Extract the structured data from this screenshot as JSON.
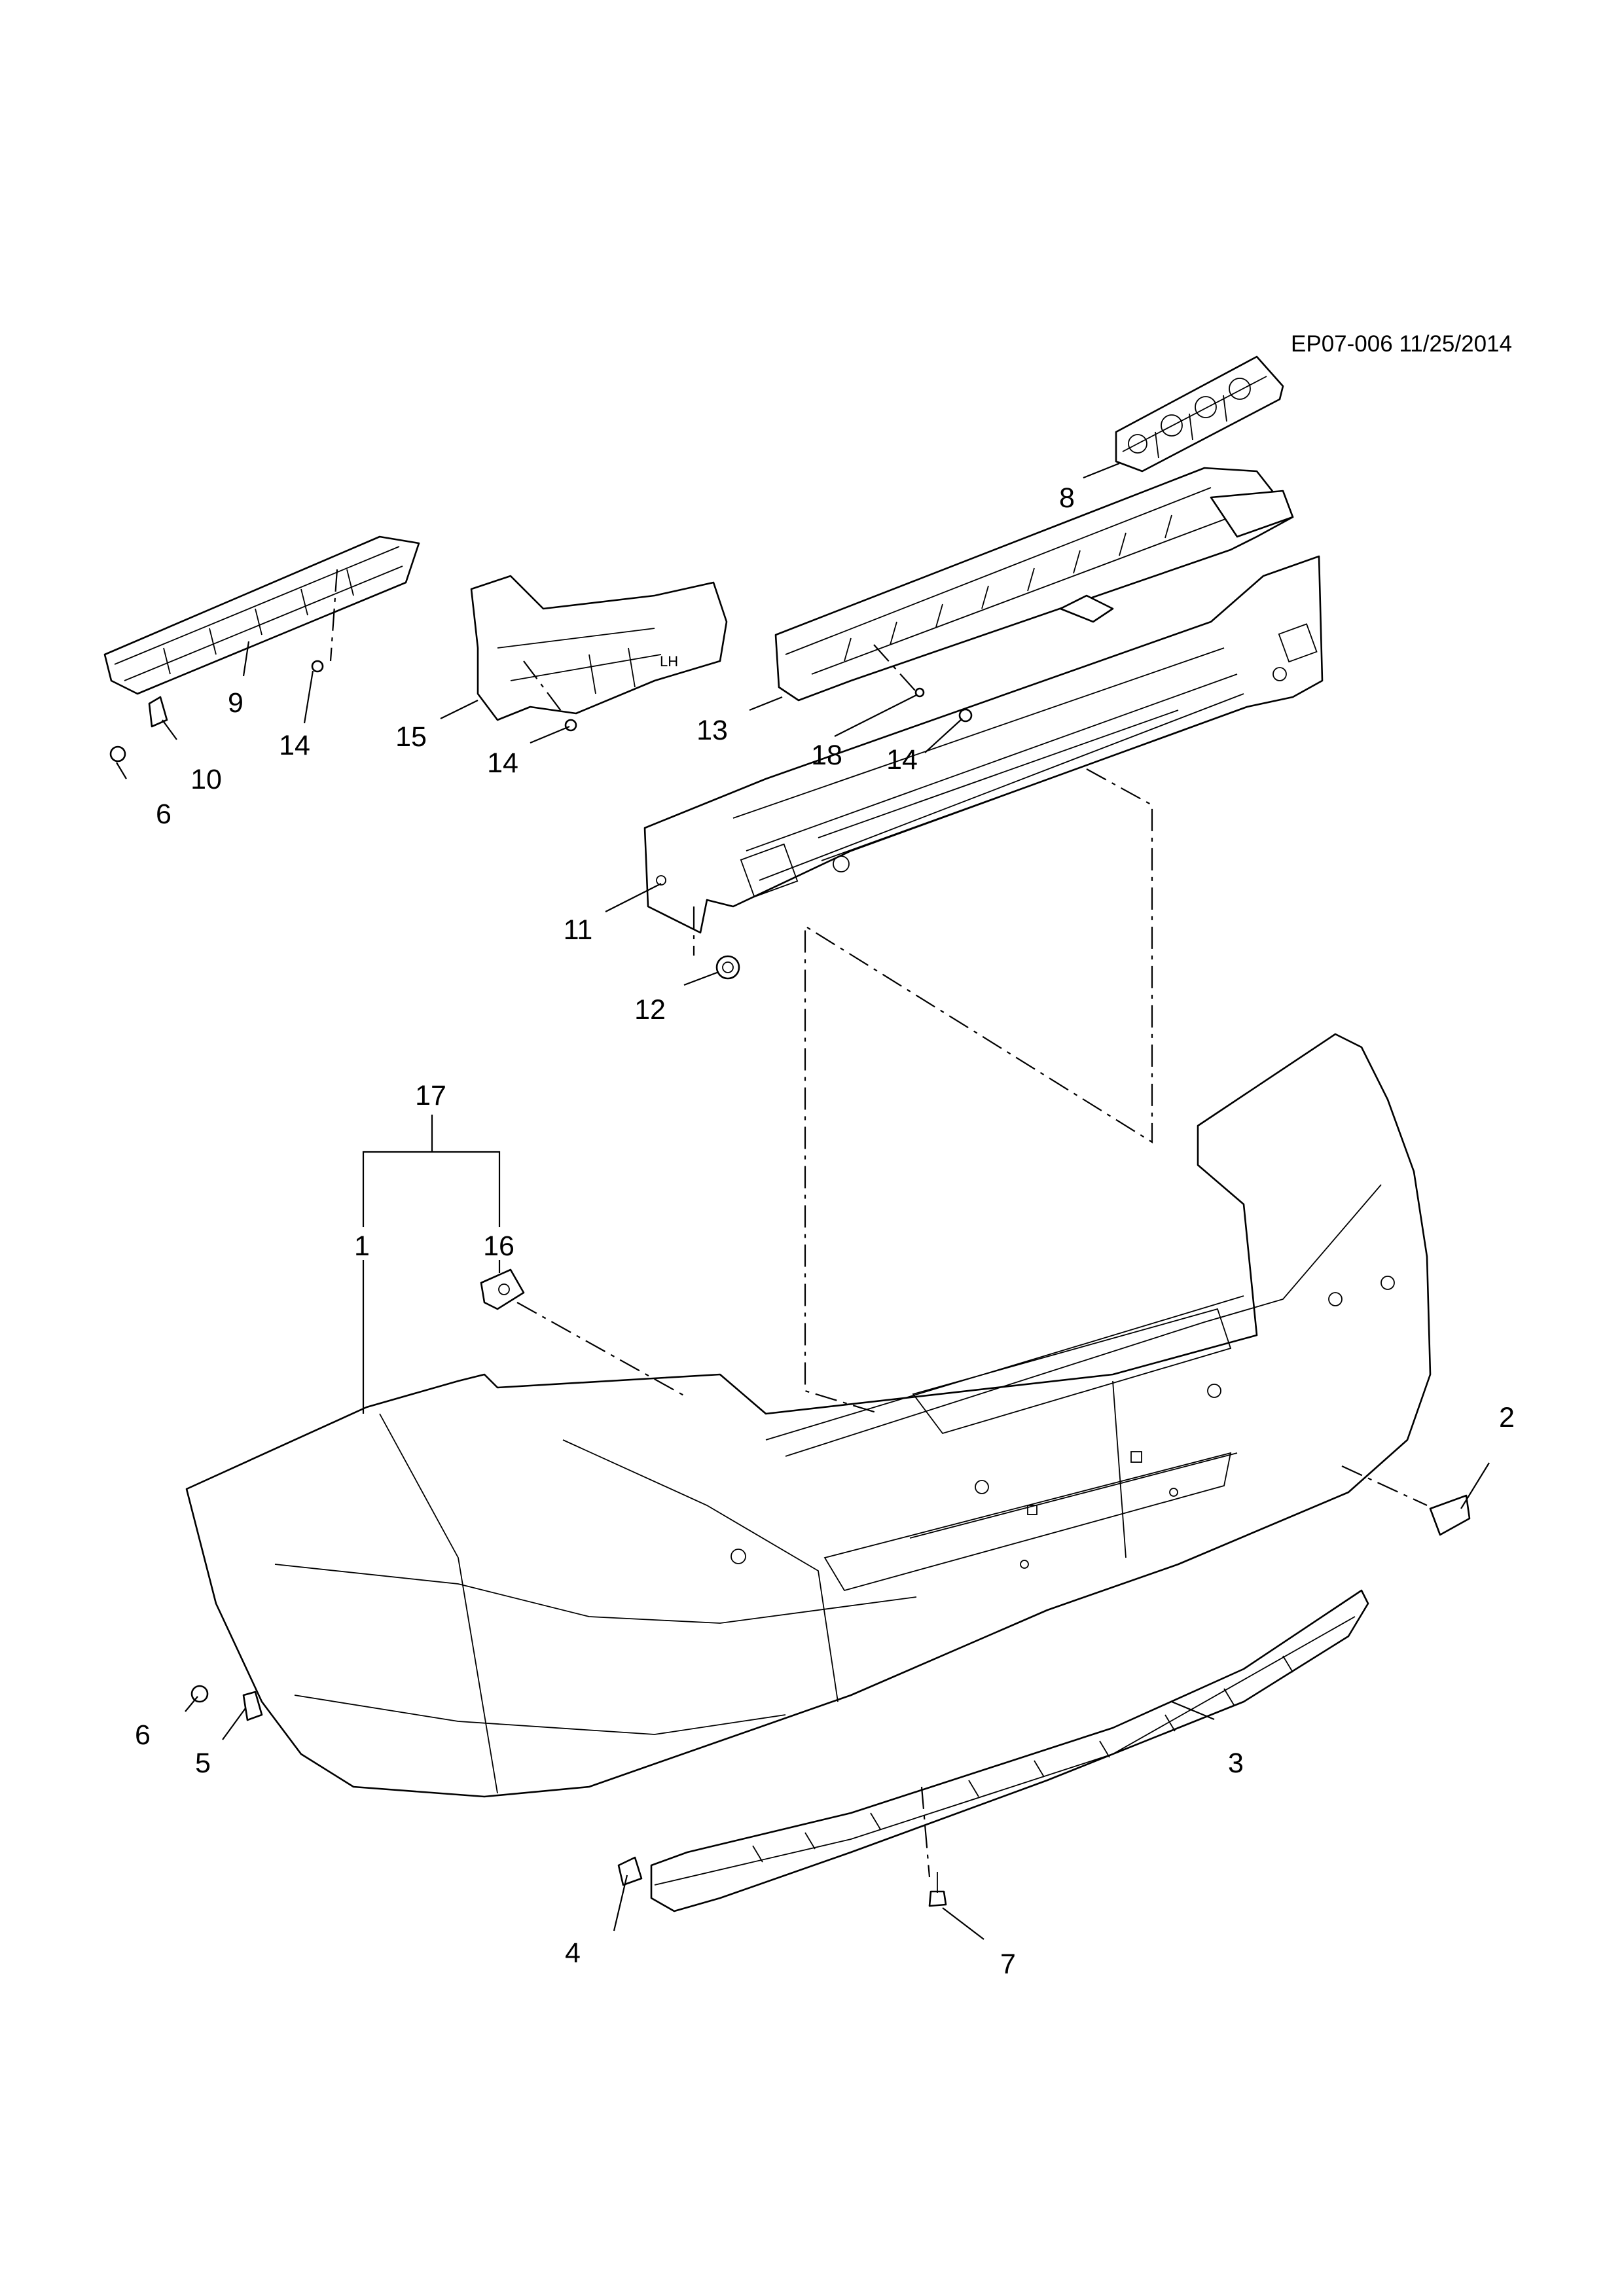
{
  "diagram": {
    "reference_code": "EP07-006 11/25/2014",
    "callouts": [
      {
        "label": "1"
      },
      {
        "label": "2"
      },
      {
        "label": "3"
      },
      {
        "label": "4"
      },
      {
        "label": "5"
      },
      {
        "label": "6"
      },
      {
        "label": "6"
      },
      {
        "label": "7"
      },
      {
        "label": "8"
      },
      {
        "label": "9"
      },
      {
        "label": "10"
      },
      {
        "label": "11"
      },
      {
        "label": "12"
      },
      {
        "label": "13"
      },
      {
        "label": "14"
      },
      {
        "label": "14"
      },
      {
        "label": "14"
      },
      {
        "label": "15"
      },
      {
        "label": "16"
      },
      {
        "label": "17"
      },
      {
        "label": "18"
      }
    ],
    "bracket_marking": "LH"
  }
}
